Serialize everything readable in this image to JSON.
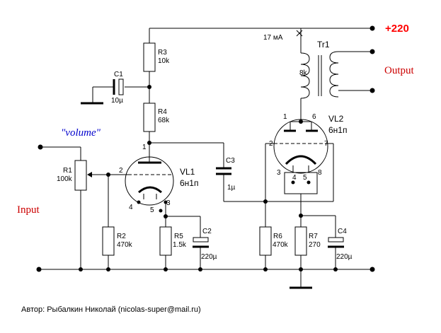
{
  "labels": {
    "supply": "+220",
    "current": "17 мА",
    "transformer": "Tr1",
    "transformer_ratio": "8k",
    "output": "Output",
    "input": "Input",
    "volume": "\"volume\"",
    "author": "Автор: Рыбалкин Николай (nicolas-super@mail.ru)"
  },
  "components": {
    "r1": {
      "name": "R1",
      "value": "100k"
    },
    "r2": {
      "name": "R2",
      "value": "470k"
    },
    "r3": {
      "name": "R3",
      "value": "10k"
    },
    "r4": {
      "name": "R4",
      "value": "68k"
    },
    "r5": {
      "name": "R5",
      "value": "1.5k"
    },
    "r6": {
      "name": "R6",
      "value": "470k"
    },
    "r7": {
      "name": "R7",
      "value": "270"
    },
    "c1": {
      "name": "C1",
      "value": "10µ"
    },
    "c2": {
      "name": "C2",
      "value": "220µ"
    },
    "c3": {
      "name": "C3",
      "value": "1µ"
    },
    "c4": {
      "name": "C4",
      "value": "220µ"
    }
  },
  "tubes": {
    "vl1": {
      "name": "VL1",
      "type": "6н1п",
      "pins": {
        "anode": "1",
        "grid": "2",
        "cathode": "3",
        "heater_a": "4",
        "heater_b": "5"
      }
    },
    "vl2": {
      "name": "VL2",
      "type": "6н1п",
      "pins": {
        "anode_a": "1",
        "anode_b": "6",
        "grid_a": "2",
        "grid_b": "7",
        "heater_a": "4",
        "heater_b": "5",
        "cathode_a": "3",
        "cathode_b": "8"
      }
    }
  }
}
